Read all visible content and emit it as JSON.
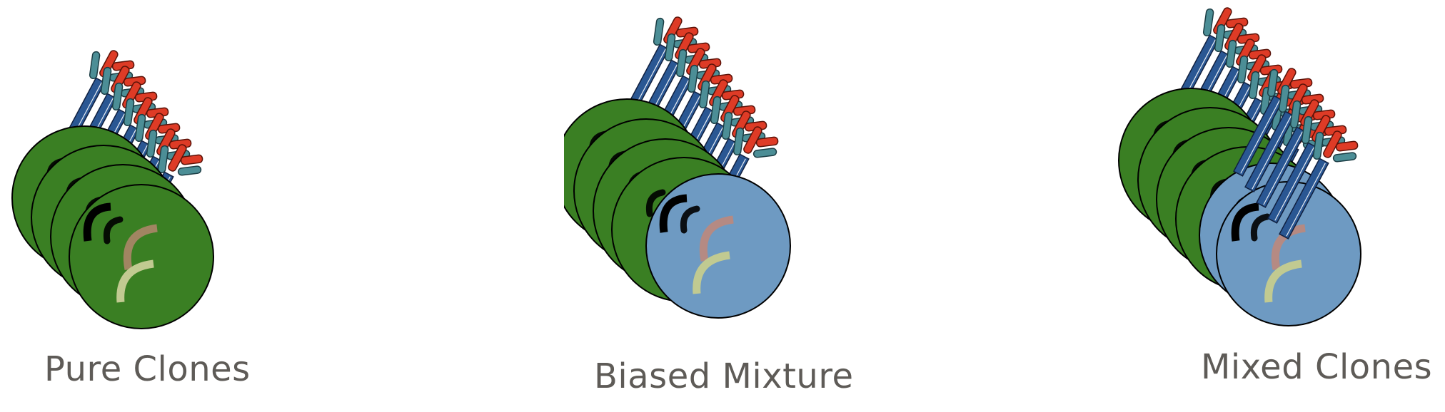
{
  "panels": [
    {
      "label": "Pure Clones"
    },
    {
      "label": "Biased Mixture"
    },
    {
      "label": "Mixed Clones"
    }
  ],
  "colors": {
    "green_cell": "#3a7f23",
    "blue_cell": "#6e9ac2",
    "receptor_stalk": "#2a5793",
    "receptor_red": "#de3b26",
    "receptor_teal": "#4c8e96",
    "outline": "#000000",
    "strand_black": "#000000",
    "strand_brown_green": "#a18562",
    "strand_brown_blue": "#b58a83",
    "strand_light": "#c1ca91",
    "label_text": "#5e5b57"
  },
  "icons": [
    "cell-icon",
    "receptor-icon",
    "chromosome-icon"
  ]
}
